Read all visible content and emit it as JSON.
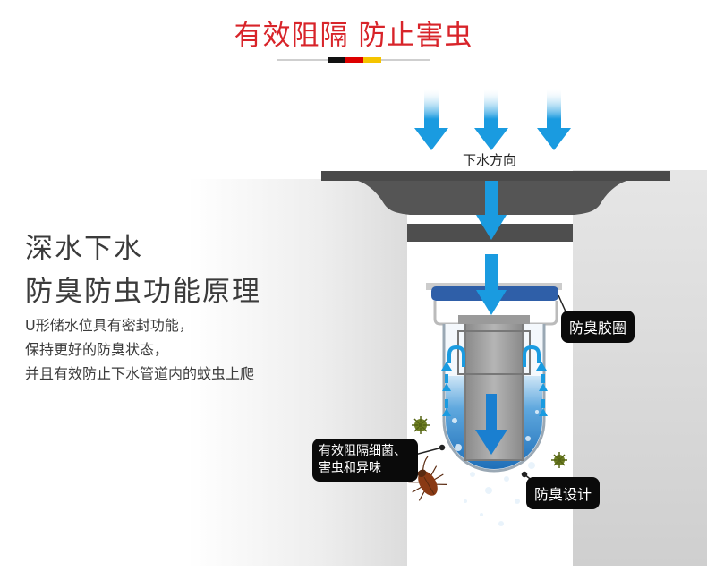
{
  "title": "有效阻隔 防止害虫",
  "heading": [
    "深水下水",
    "防臭防虫功能原理"
  ],
  "description": [
    "U形储水位具有密封功能，",
    "保持更好的防臭状态，",
    "并且有效防止下水管道内的蚊虫上爬"
  ],
  "flow_label": "下水方向",
  "callouts": {
    "gasket": "防臭胶圈",
    "blocking": "有效阻隔细菌、害虫和异味",
    "design": "防臭设计"
  },
  "colors": {
    "title_red": "#d8242a",
    "arrow_blue": "#1a9be0",
    "gasket_blue": "#2f5fa8",
    "water_blue": "#3a8fd0",
    "drain_dark": "#4a4a4a",
    "flag_black": "#111111",
    "flag_red": "#dd0000",
    "flag_gold": "#f5c400"
  }
}
